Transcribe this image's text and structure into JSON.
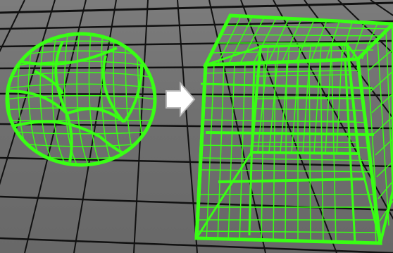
{
  "scene": {
    "colors": {
      "viewport_background": "#6f6f6f",
      "grid_line": "#111111",
      "wireframe": "#39ff14",
      "arrow_fill": "#ffffff",
      "arrow_stroke": "#b8b8b8"
    },
    "objects": [
      {
        "name": "sphere",
        "display": "wireframe",
        "icon": "sphere-wireframe"
      },
      {
        "name": "cube",
        "display": "wireframe",
        "icon": "cube-wireframe"
      }
    ],
    "transition_icon": "right-arrow-icon"
  }
}
